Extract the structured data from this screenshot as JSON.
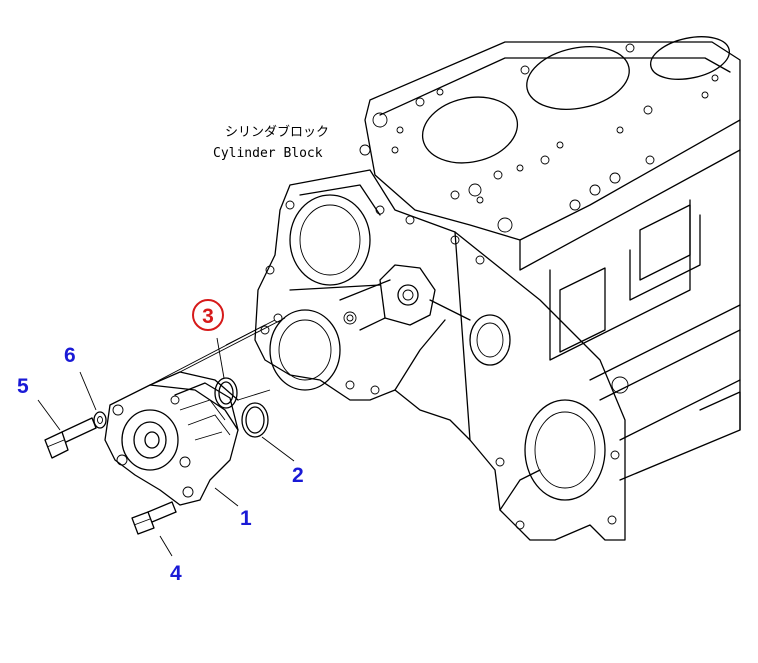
{
  "diagram": {
    "block_label_jp": "シリンダブロック",
    "block_label_en": "Cylinder Block",
    "callouts": [
      {
        "id": "c1",
        "text": "1",
        "color": "#1a1ad6"
      },
      {
        "id": "c2",
        "text": "2",
        "color": "#1a1ad6"
      },
      {
        "id": "c3",
        "text": "3",
        "color": "#d61a1a",
        "circled": true
      },
      {
        "id": "c4",
        "text": "4",
        "color": "#1a1ad6"
      },
      {
        "id": "c5",
        "text": "5",
        "color": "#1a1ad6"
      },
      {
        "id": "c6",
        "text": "6",
        "color": "#1a1ad6"
      }
    ]
  }
}
